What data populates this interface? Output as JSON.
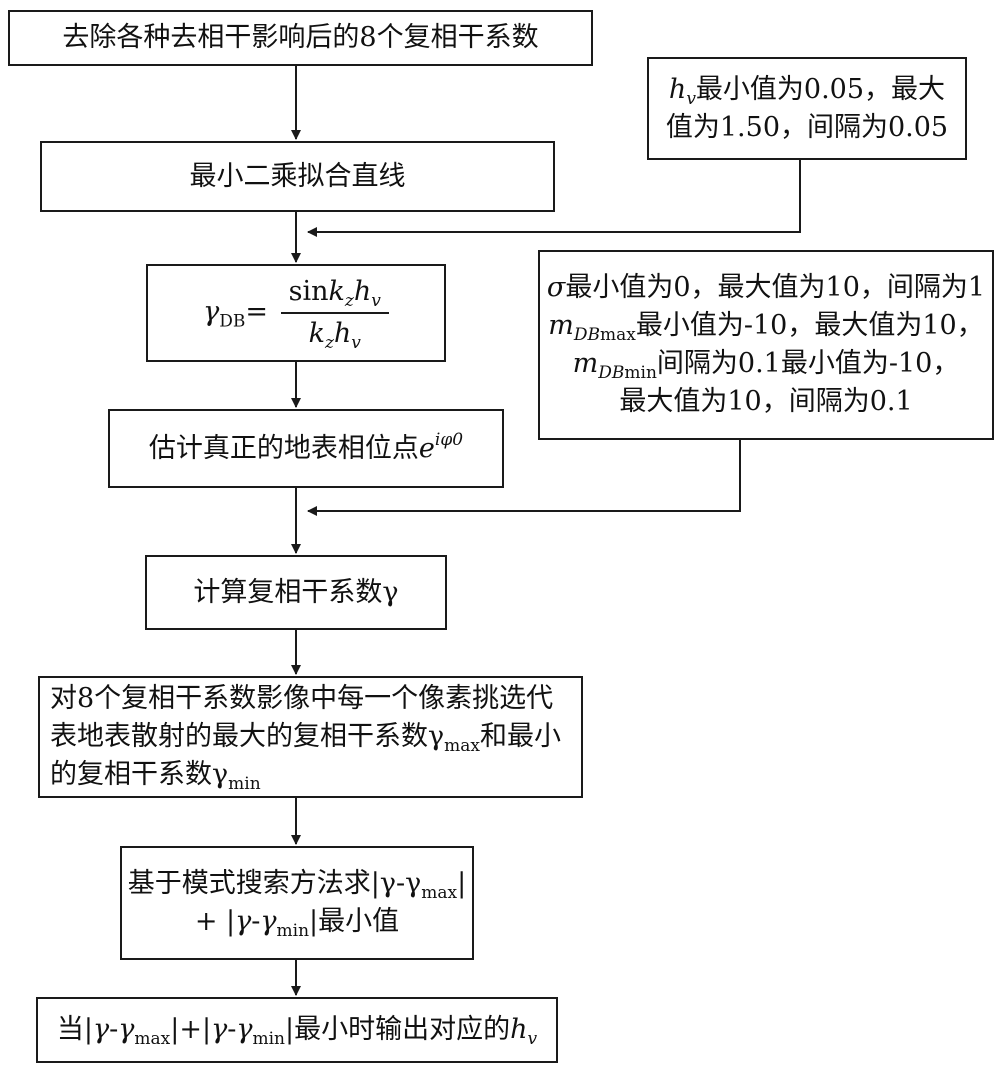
{
  "steps": {
    "s1": "去除各种去相干影响后的8个复相干系数",
    "s2": "最小二乘拟合直线",
    "s3": {
      "lhs_sym": "γ",
      "lhs_sub": "DB",
      "eq": "=",
      "num_sin": "sin",
      "num_k": "k",
      "num_ksub": "z",
      "num_h": "h",
      "num_hsub": "v",
      "den_k": "k",
      "den_ksub": "z",
      "den_h": "h",
      "den_hsub": "v"
    },
    "s4": {
      "text": "估计真正的地表相位点",
      "e": "e",
      "exp": "iφ0"
    },
    "s5": "计算复相干系数γ",
    "s6": {
      "l1": "对8个复相干系数影像中每一个像素挑选代",
      "l2a": "表地表散射的最大的复相干系数γ",
      "l2sub": "max",
      "l2b": "和最小",
      "l3a": "的复相干系数γ",
      "l3sub": "min"
    },
    "s7": {
      "l1a": "基于模式搜索方法求|γ-γ",
      "l1sub": "max",
      "l1b": "|",
      "l2a": "+ |",
      "l2g": "γ",
      "l2b": "-",
      "l2g2": "γ",
      "l2sub": "min",
      "l2c": "|最小值"
    },
    "s8": {
      "a": "当|",
      "g1": "γ",
      "b": "-",
      "g2": "γ",
      "sub1": "max",
      "c": "|+|",
      "g3": "γ",
      "d": "-",
      "g4": "γ",
      "sub2": "min",
      "e": "|最小时输出对应的",
      "h": "h",
      "hsub": "v"
    }
  },
  "params": {
    "hv": {
      "h": "h",
      "hsub": "v",
      "l1": "最小值为0.05，最大",
      "l2": "值为1.50，间隔为0.05"
    },
    "sigma": {
      "l1_sym": "σ",
      "l1": "最小值为0，最大值为10，间隔为1",
      "l2_m": "m",
      "l2_sub_it": "DB",
      "l2_sub": "max",
      "l2": "最小值为-10，最大值为10，",
      "l3_m": "m",
      "l3_sub_it": "DB",
      "l3_sub": "min",
      "l3": "间隔为0.1最小值为-10，",
      "l4": "最大值为10，间隔为0.1"
    }
  }
}
